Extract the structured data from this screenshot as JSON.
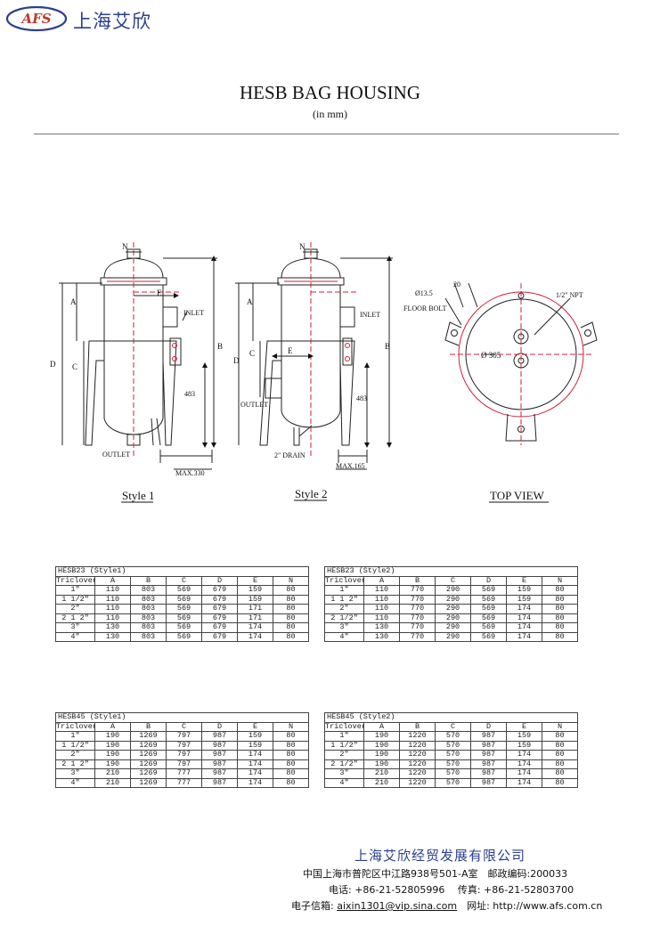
{
  "header": {
    "logo_text": "AFS",
    "company_cn": "上海艾欣"
  },
  "doc": {
    "title": "HESB BAG HOUSING",
    "subtitle": "(in mm)"
  },
  "drawings": {
    "style1_caption": "Style 1",
    "style2_caption": "Style 2",
    "top_caption": "TOP VIEW",
    "labels": {
      "N": "N",
      "A": "A",
      "B": "B",
      "C": "C",
      "D": "D",
      "E": "E",
      "inlet": "INLET",
      "outlet": "OUTLET",
      "drain": "2\" DRAIN",
      "h483": "483",
      "max330": "MAX.330",
      "max165": "MAX.165",
      "bolt_dia": "Ø13.5",
      "floor_bolt": "FLOOR BOLT",
      "dim20": "20",
      "npt": "1/2\" NPT",
      "dia305": "Ø 305"
    }
  },
  "tables": [
    {
      "caption": "HESB23 (Style1)",
      "headers": [
        "Triclover",
        "A",
        "B",
        "C",
        "D",
        "E",
        "N"
      ],
      "rows": [
        [
          "1\"",
          "110",
          "803",
          "569",
          "679",
          "159",
          "80"
        ],
        [
          "1 1/2\"",
          "110",
          "803",
          "569",
          "679",
          "159",
          "80"
        ],
        [
          "2\"",
          "110",
          "803",
          "569",
          "679",
          "171",
          "80"
        ],
        [
          "2 1 2\"",
          "110",
          "803",
          "569",
          "679",
          "171",
          "80"
        ],
        [
          "3\"",
          "130",
          "803",
          "569",
          "679",
          "174",
          "80"
        ],
        [
          "4\"",
          "130",
          "803",
          "569",
          "679",
          "174",
          "80"
        ]
      ]
    },
    {
      "caption": "HESB23 (Style2)",
      "headers": [
        "Triclover",
        "A",
        "B",
        "C",
        "D",
        "E",
        "N"
      ],
      "rows": [
        [
          "1\"",
          "110",
          "770",
          "290",
          "569",
          "159",
          "80"
        ],
        [
          "1 1 2\"",
          "110",
          "770",
          "290",
          "569",
          "159",
          "80"
        ],
        [
          "2\"",
          "110",
          "770",
          "290",
          "569",
          "174",
          "80"
        ],
        [
          "2 1/2\"",
          "110",
          "770",
          "290",
          "569",
          "174",
          "80"
        ],
        [
          "3\"",
          "130",
          "770",
          "290",
          "569",
          "174",
          "80"
        ],
        [
          "4\"",
          "130",
          "770",
          "290",
          "569",
          "174",
          "80"
        ]
      ]
    },
    {
      "caption": "HESB45 (Style1)",
      "headers": [
        "Triclover",
        "A",
        "B",
        "C",
        "D",
        "E",
        "N"
      ],
      "rows": [
        [
          "1\"",
          "190",
          "1269",
          "797",
          "987",
          "159",
          "80"
        ],
        [
          "1 1/2\"",
          "190",
          "1269",
          "797",
          "987",
          "159",
          "80"
        ],
        [
          "2\"",
          "190",
          "1269",
          "797",
          "987",
          "174",
          "80"
        ],
        [
          "2 1 2\"",
          "190",
          "1269",
          "797",
          "987",
          "174",
          "80"
        ],
        [
          "3\"",
          "210",
          "1269",
          "777",
          "987",
          "174",
          "80"
        ],
        [
          "4\"",
          "210",
          "1269",
          "777",
          "987",
          "174",
          "80"
        ]
      ]
    },
    {
      "caption": "HESB45 (Style2)",
      "headers": [
        "Triclover",
        "A",
        "B",
        "C",
        "D",
        "E",
        "N"
      ],
      "rows": [
        [
          "1\"",
          "190",
          "1220",
          "570",
          "987",
          "159",
          "80"
        ],
        [
          "1 1/2\"",
          "190",
          "1220",
          "570",
          "987",
          "159",
          "80"
        ],
        [
          "2\"",
          "190",
          "1220",
          "570",
          "987",
          "174",
          "80"
        ],
        [
          "2 1/2\"",
          "190",
          "1220",
          "570",
          "987",
          "174",
          "80"
        ],
        [
          "3\"",
          "210",
          "1220",
          "570",
          "987",
          "174",
          "80"
        ],
        [
          "4\"",
          "210",
          "1220",
          "570",
          "987",
          "174",
          "80"
        ]
      ]
    }
  ],
  "footer": {
    "company": "上海艾欣经贸发展有限公司",
    "address": "中国上海市普陀区中江路938号501-A室　邮政编码:200033",
    "tel": "电话: +86-21-52805996　 传真: +86-21-52803700",
    "email_label": "电子信箱: ",
    "email": "aixin1301@vip.sina.com",
    "web_label": "　网址: ",
    "web": "http://www.afs.com.cn"
  },
  "colors": {
    "brand_blue": "#2b3f8f",
    "logo_red": "#c0392b",
    "centerline_red": "#d0203a",
    "ink": "#111111"
  }
}
